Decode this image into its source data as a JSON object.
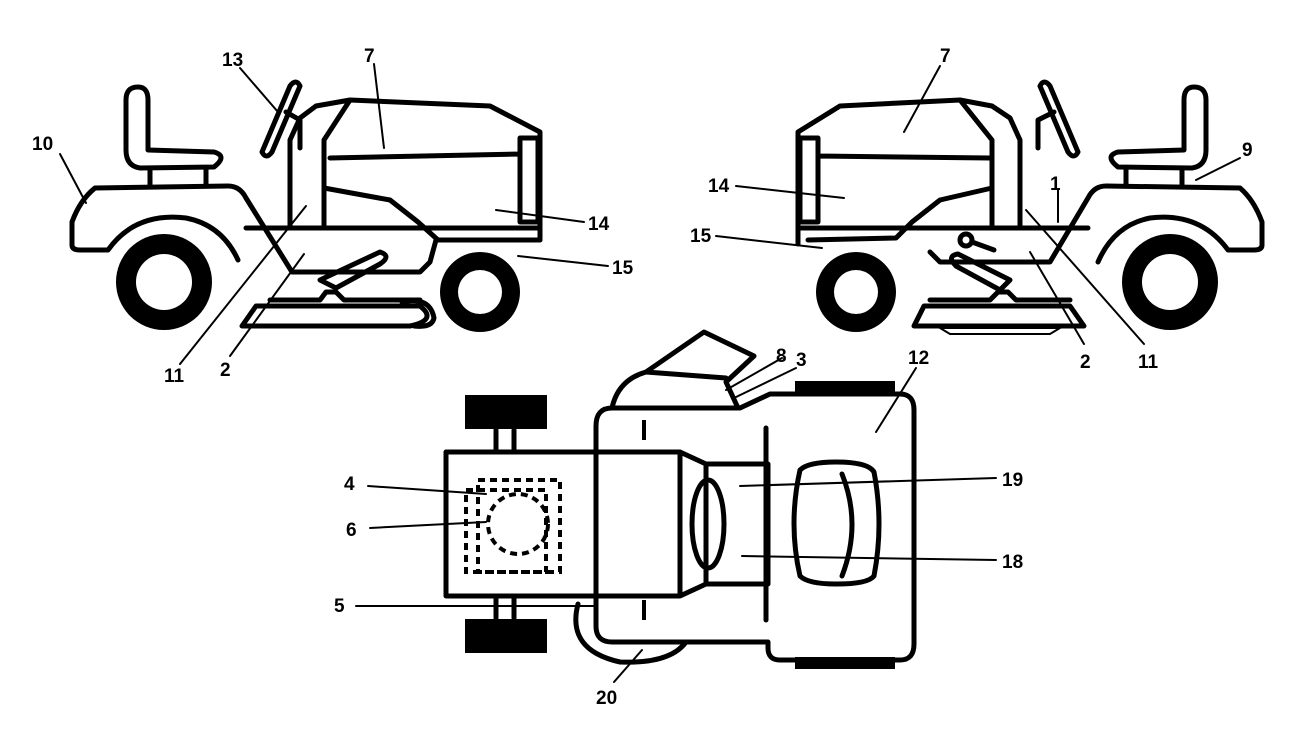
{
  "diagram": {
    "callouts": [
      "1",
      "2",
      "3",
      "4",
      "5",
      "6",
      "7",
      "8",
      "9",
      "10",
      "11",
      "12",
      "13",
      "14",
      "15",
      "18",
      "19",
      "20"
    ]
  },
  "labels": {
    "left": {
      "l10": "10",
      "l13": "13",
      "l7": "7",
      "l14": "14",
      "l15": "15",
      "l11": "11",
      "l2": "2"
    },
    "right": {
      "l7": "7",
      "l9": "9",
      "l1": "1",
      "l14": "14",
      "l15": "15",
      "l2": "2",
      "l11": "11"
    },
    "top": {
      "l8": "8",
      "l3": "3",
      "l12": "12",
      "l4": "4",
      "l6": "6",
      "l19": "19",
      "l18": "18",
      "l5": "5",
      "l20": "20"
    }
  }
}
